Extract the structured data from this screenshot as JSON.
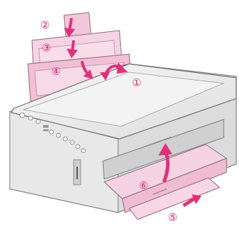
{
  "steps": [
    {
      "number": "1",
      "glyph": "①"
    },
    {
      "number": "2",
      "glyph": "②"
    },
    {
      "number": "3",
      "glyph": "③"
    },
    {
      "number": "4",
      "glyph": "④"
    },
    {
      "number": "5",
      "glyph": "⑤"
    },
    {
      "number": "6",
      "glyph": "⑥"
    }
  ],
  "colors": {
    "accent": "#e0307c",
    "paper": "#f6d3e2",
    "printer_body": "#eeeeee",
    "outline": "#7a7a7a"
  }
}
